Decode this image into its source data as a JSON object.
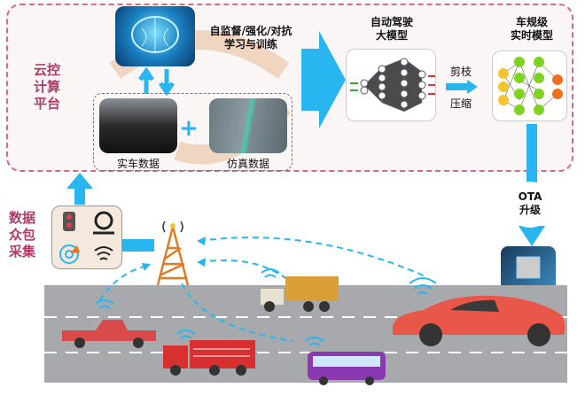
{
  "cloud_platform": {
    "label_lines": [
      "云控",
      "计算",
      "平台"
    ]
  },
  "training": {
    "label_lines": [
      "自监督/强化/对抗",
      "学习与训练"
    ]
  },
  "data_sources": {
    "real": "实车数据",
    "sim": "仿真数据"
  },
  "large_model": {
    "label_lines": [
      "自动驾驶",
      "大模型"
    ]
  },
  "compress": {
    "label_lines": [
      "剪枝",
      "压缩"
    ]
  },
  "realtime_model": {
    "label_lines": [
      "车规级",
      "实时模型"
    ]
  },
  "ota": {
    "label_lines": [
      "OTA",
      "升级"
    ]
  },
  "crowdsource": {
    "label_lines": [
      "数据",
      "众包",
      "采集"
    ]
  },
  "colors": {
    "accent": "#29b6f0",
    "border": "#d46a8c",
    "label": "#b03a6a",
    "tower": "#e07b28",
    "car": "#e8574a"
  }
}
